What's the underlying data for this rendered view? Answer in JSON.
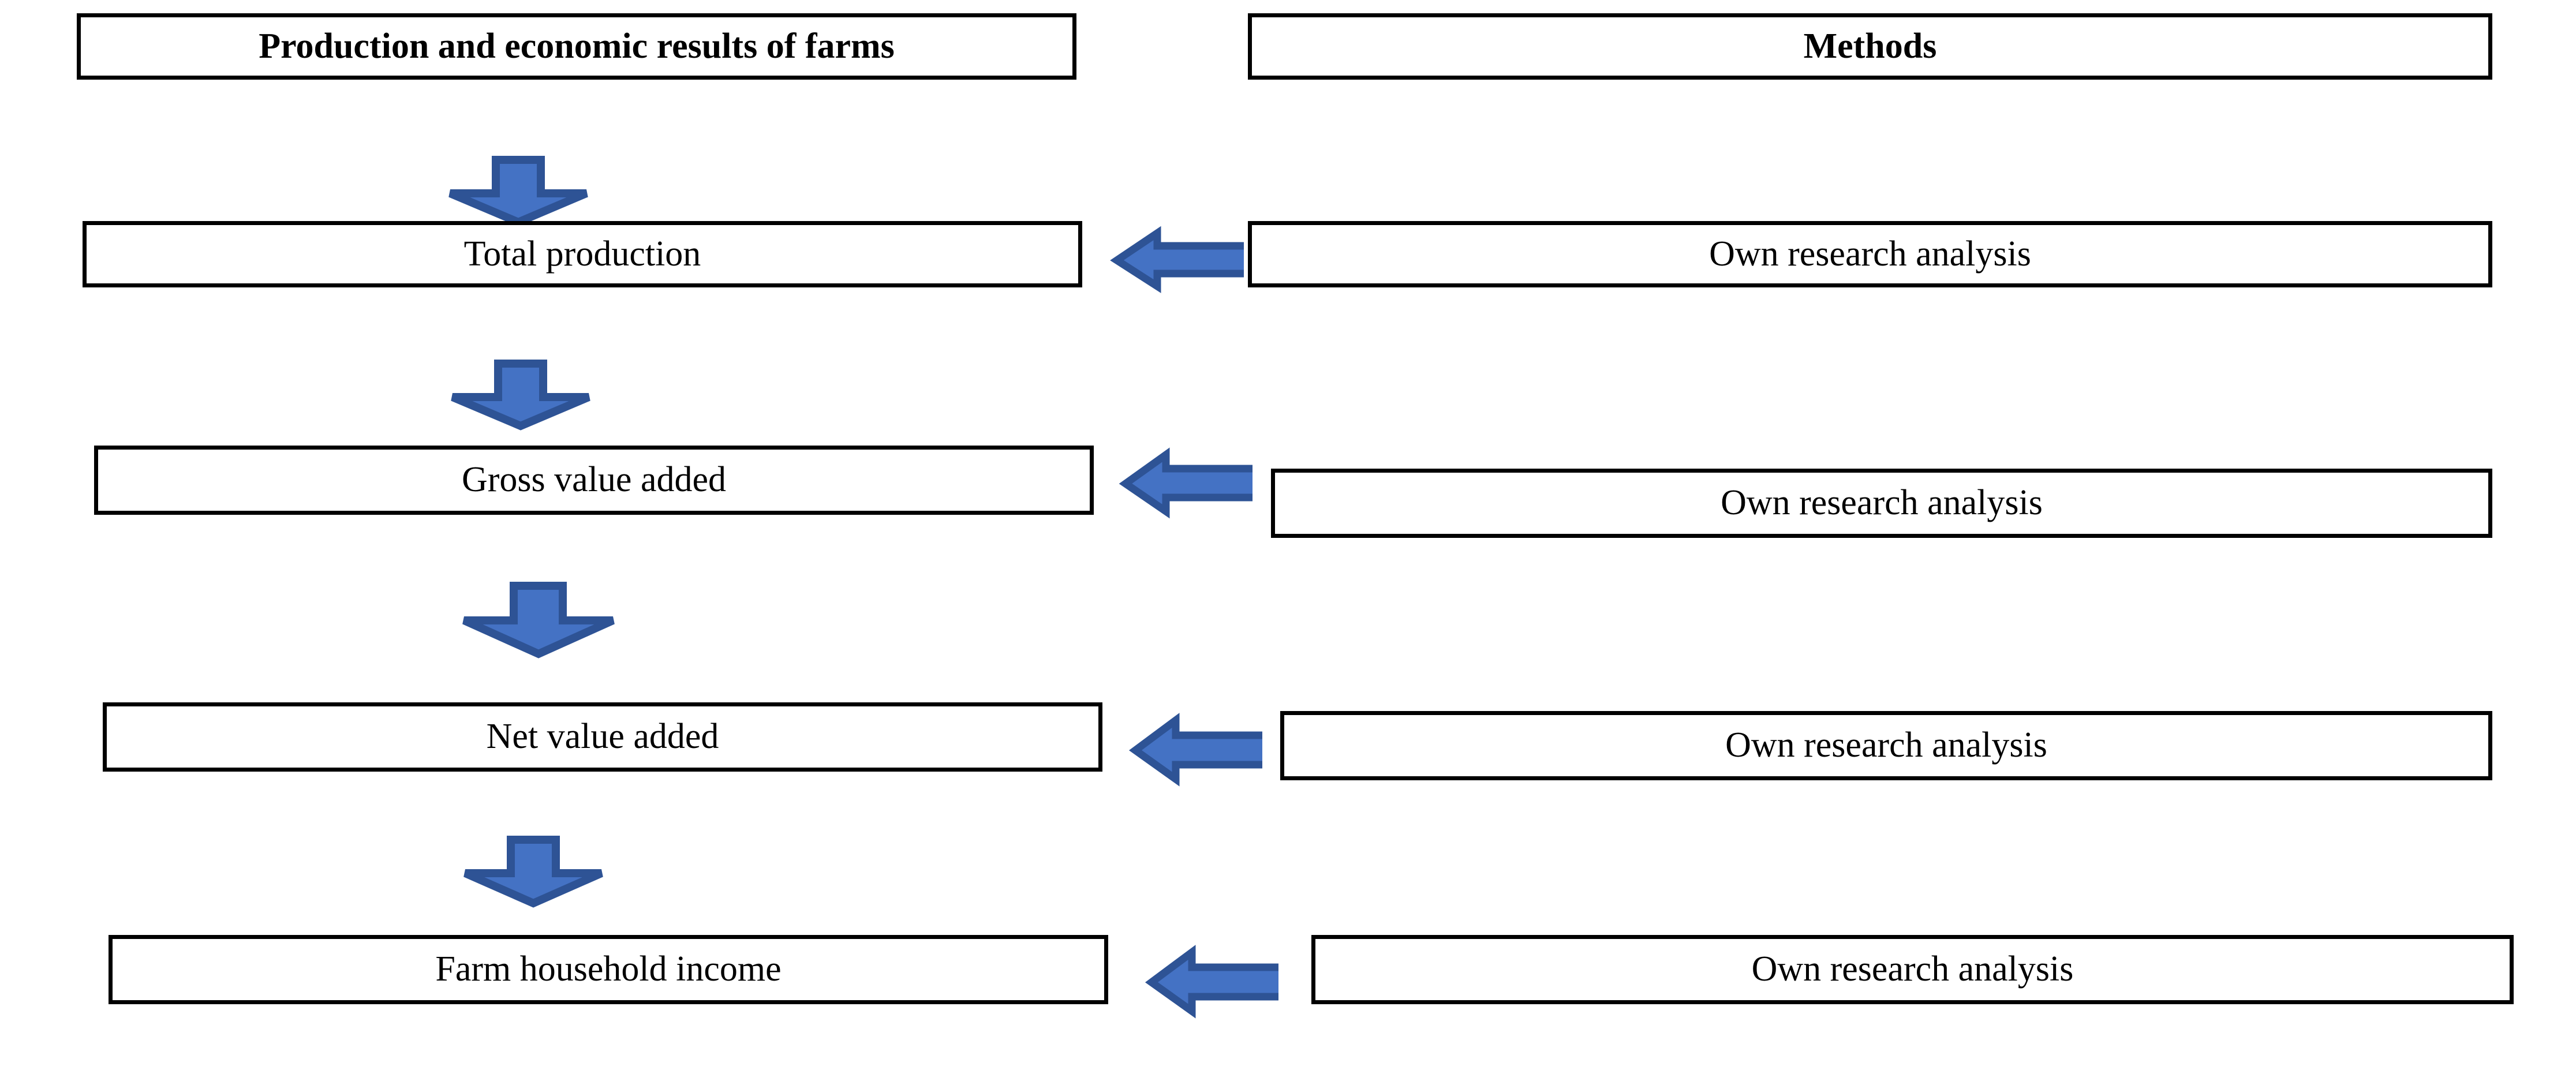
{
  "diagram": {
    "type": "flowchart",
    "title_row": {
      "left_header": "Production and economic results of farms",
      "right_header": "Methods"
    },
    "colors": {
      "box_border": "#000000",
      "box_fill": "#ffffff",
      "text": "#000000",
      "arrow_fill": "#4472C4",
      "arrow_stroke": "#2E5395",
      "background": "#ffffff"
    },
    "steps": [
      {
        "index": 1,
        "metric": "Total production",
        "method": "Own research analysis",
        "inflow_arrow": "down-arrow-icon",
        "method_arrow": "left-arrow-icon"
      },
      {
        "index": 2,
        "metric": "Gross value added",
        "method": "Own research analysis",
        "inflow_arrow": "down-arrow-icon",
        "method_arrow": "left-arrow-icon"
      },
      {
        "index": 3,
        "metric": "Net value added",
        "method": "Own research analysis",
        "inflow_arrow": "down-arrow-icon",
        "method_arrow": "left-arrow-icon"
      },
      {
        "index": 4,
        "metric": "Farm household income",
        "method": "Own research analysis",
        "inflow_arrow": "down-arrow-icon",
        "method_arrow": "left-arrow-icon"
      }
    ]
  }
}
